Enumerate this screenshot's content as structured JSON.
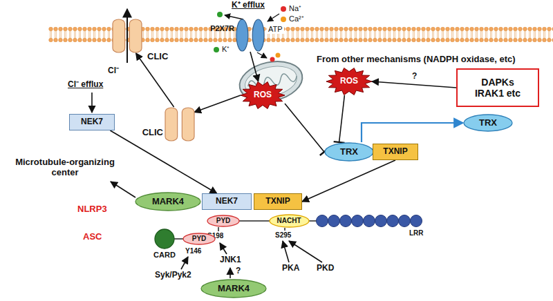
{
  "diagram": {
    "nodes": [
      {
        "text": [
          "CLIC"
        ]
      },
      {
        "text": [
          "P2X7R"
        ]
      },
      {
        "text": [
          "ROS"
        ]
      },
      {
        "text": [
          "ROS"
        ]
      },
      {
        "text": [
          "DAPKs IRAK1 etc"
        ]
      },
      {
        "text": [
          "NEK7"
        ]
      },
      {
        "text": [
          "CLIC"
        ]
      },
      {
        "text": [
          "TRX"
        ]
      },
      {
        "text": [
          "TXNIP"
        ]
      },
      {
        "text": [
          "TRX"
        ]
      },
      {
        "text": [
          "MARK4"
        ]
      },
      {
        "text": [
          "NEK7"
        ]
      },
      {
        "text": [
          "TXNIP"
        ]
      },
      {
        "text": [
          "PYD"
        ]
      },
      {
        "text": [
          "NACHT"
        ]
      },
      {
        "text": [
          "CARD"
        ]
      },
      {
        "text": [
          "PYD"
        ]
      },
      {
        "text": [
          "MARK4"
        ]
      }
    ],
    "edges": [
      {
        "from": 1,
        "to": 2,
        "arrow": "to"
      },
      {
        "from": 2,
        "to": 6,
        "arrow": "to"
      },
      {
        "from": 6,
        "to": 0,
        "arrow": "to"
      },
      {
        "from": 2,
        "to": 7,
        "arrow": "to"
      },
      {
        "from": 3,
        "to": 7,
        "arrow": "to"
      },
      {
        "from": 4,
        "to": 3,
        "label": "?",
        "arrow": "to"
      },
      {
        "from": 7,
        "to": 9,
        "arrow": "to"
      },
      {
        "from": 8,
        "to": 12,
        "arrow": "to"
      },
      {
        "from": 5,
        "to": 11,
        "arrow": "to"
      }
    ],
    "labels": [
      "K⁺ efflux",
      "Na⁺",
      "Ca²⁺",
      "K⁺",
      "ATP",
      "Cl⁻",
      "Cl⁻ efflux",
      "From other mechanisms (NADPH oxidase, etc)",
      "Microtubule-organizing center",
      "NLRP3",
      "ASC",
      "S198",
      "S295",
      "Y146",
      "LRR",
      "Syk/Pyk2",
      "JNK1",
      "PKA",
      "PKD",
      "?"
    ]
  }
}
